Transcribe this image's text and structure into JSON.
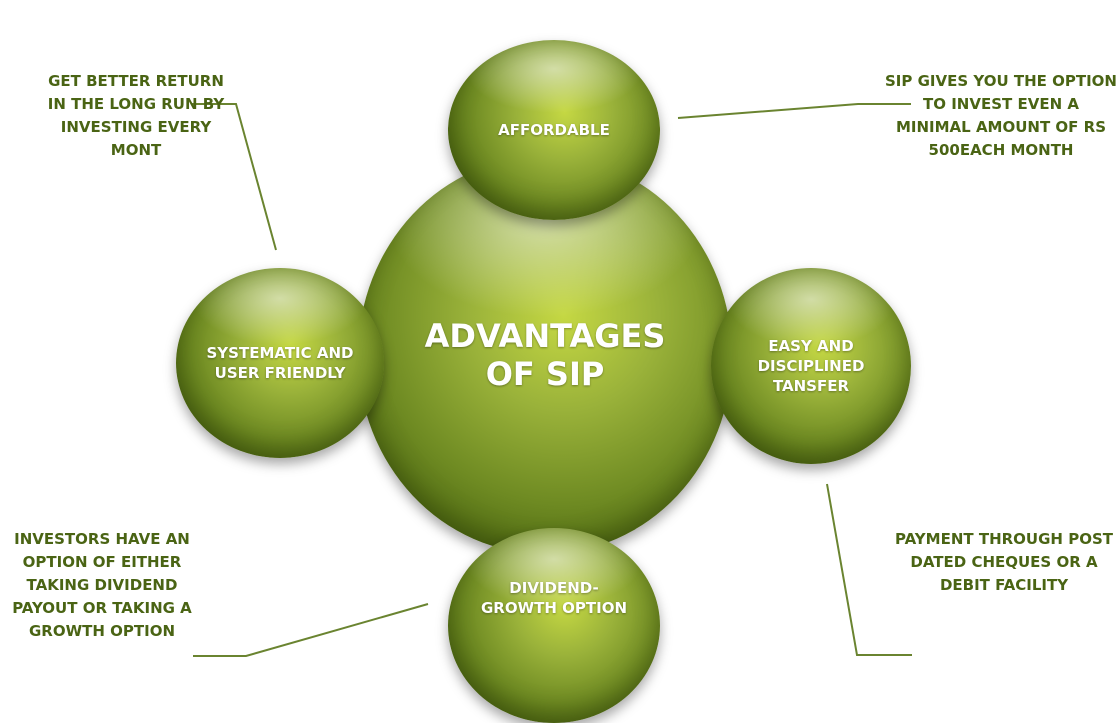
{
  "center": {
    "label": "ADVANTAGES OF SIP"
  },
  "nodes": {
    "top": "AFFORDABLE",
    "left": "SYSTEMATIC AND USER FRIENDLY",
    "right": "EASY AND DISCIPLINED TANSFER",
    "bottom": "DIVIDEND-GROWTH OPTION"
  },
  "descriptions": {
    "top_left": "GET BETTER RETURN IN THE LONG RUN BY INVESTING EVERY MONT",
    "top_right": "SIP GIVES YOU THE OPTION TO INVEST EVEN A MINIMAL AMOUNT OF RS 500EACH MONTH",
    "bottom_left": "INVESTORS HAVE AN OPTION OF EITHER TAKING DIVIDEND PAYOUT OR TAKING A GROWTH OPTION",
    "bottom_right": "PAYMENT THROUGH POST DATED CHEQUES OR A DEBIT FACILITY"
  },
  "colors": {
    "sphere": "#7f9a2a",
    "text_dark_green": "#4a6414",
    "connector": "#6a8430"
  }
}
